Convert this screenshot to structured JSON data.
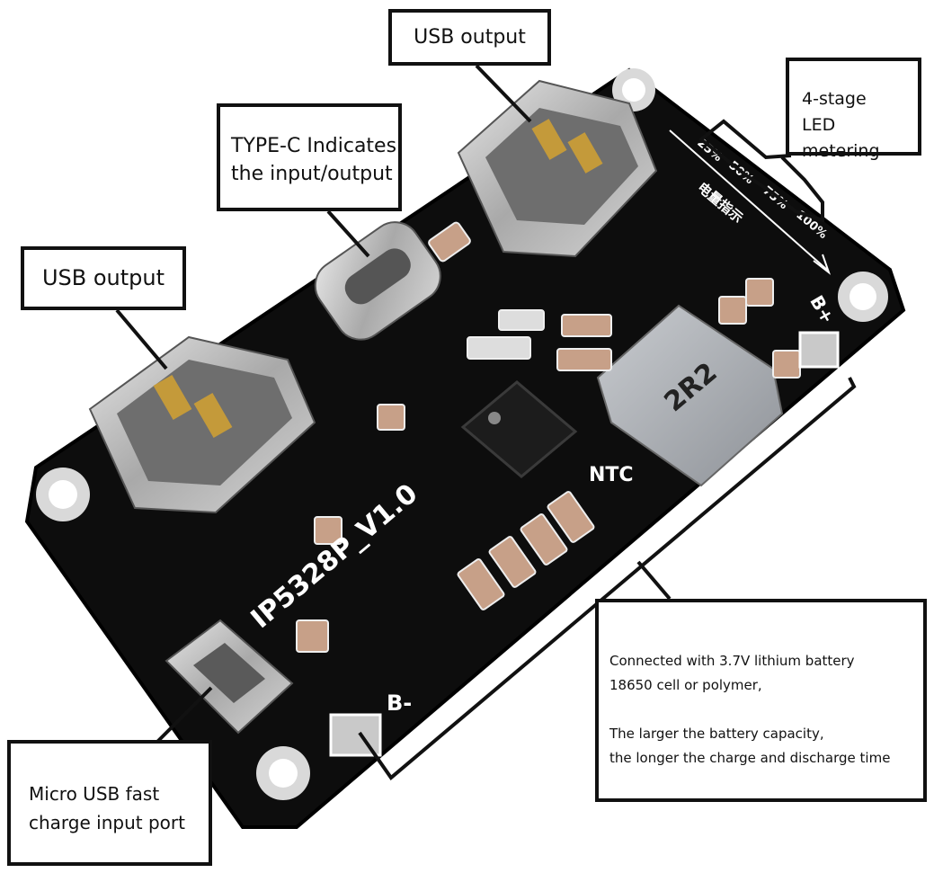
{
  "callouts": {
    "usb_output_top": "USB output",
    "typec": [
      "TYPE-C Indicates",
      "the input/output"
    ],
    "led": [
      "4-stage",
      "LED metering"
    ],
    "usb_output_left": "USB output",
    "battery": [
      "Connected with 3.7V lithium battery",
      "18650 cell or polymer,",
      "The larger the battery capacity,",
      "the longer the charge and discharge time"
    ],
    "micro_usb": [
      "Micro USB fast",
      "charge input port"
    ]
  },
  "board": {
    "model": "IP5328P_V1.0",
    "ntc": "NTC",
    "inductor": "2R2",
    "b_plus": "B+",
    "b_minus": "B-",
    "led_levels": [
      "25%",
      "50%",
      "75%",
      "100%"
    ],
    "led_caption": "电量指示"
  },
  "colors": {
    "pcb": "#0d0d0d",
    "metal": "#b8b8b8",
    "silk": "#ffffff",
    "callout_border": "#111111"
  }
}
